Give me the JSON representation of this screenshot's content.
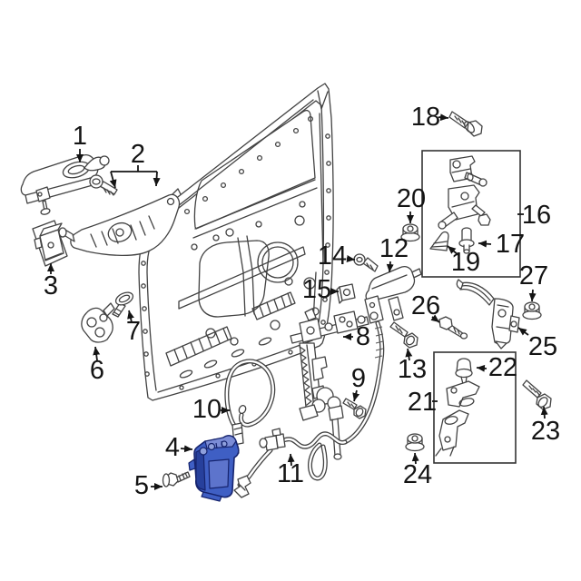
{
  "figure": {
    "description": "Exploded parts diagram of a vehicle rear door: door inner panel, exterior handle, window regulator, cables, hinges, door check, strikers and fasteners. Part 4 (door latch) is highlighted in blue.",
    "background": "#ffffff"
  },
  "colors": {
    "line": "#424242",
    "label": "#141414",
    "arrow": "#141414",
    "box": "#333333",
    "latch_blue": "#3f5fc4",
    "latch_blue_dark": "#27409c",
    "latch_blue_light": "#7b8cd6",
    "latch_face": "#5d74cc",
    "latch_grommet": "#8fa0dc",
    "latch_outline": "#16246e"
  },
  "callouts": [
    {
      "label": "1"
    },
    {
      "label": "2"
    },
    {
      "label": "3"
    },
    {
      "label": "4"
    },
    {
      "label": "5"
    },
    {
      "label": "6"
    },
    {
      "label": "7"
    },
    {
      "label": "8"
    },
    {
      "label": "9"
    },
    {
      "label": "10"
    },
    {
      "label": "11"
    },
    {
      "label": "12"
    },
    {
      "label": "13"
    },
    {
      "label": "14"
    },
    {
      "label": "15"
    },
    {
      "label": "16"
    },
    {
      "label": "17"
    },
    {
      "label": "18"
    },
    {
      "label": "19"
    },
    {
      "label": "20"
    },
    {
      "label": "21"
    },
    {
      "label": "22"
    },
    {
      "label": "23"
    },
    {
      "label": "24"
    },
    {
      "label": "25"
    },
    {
      "label": "26"
    },
    {
      "label": "27"
    }
  ]
}
